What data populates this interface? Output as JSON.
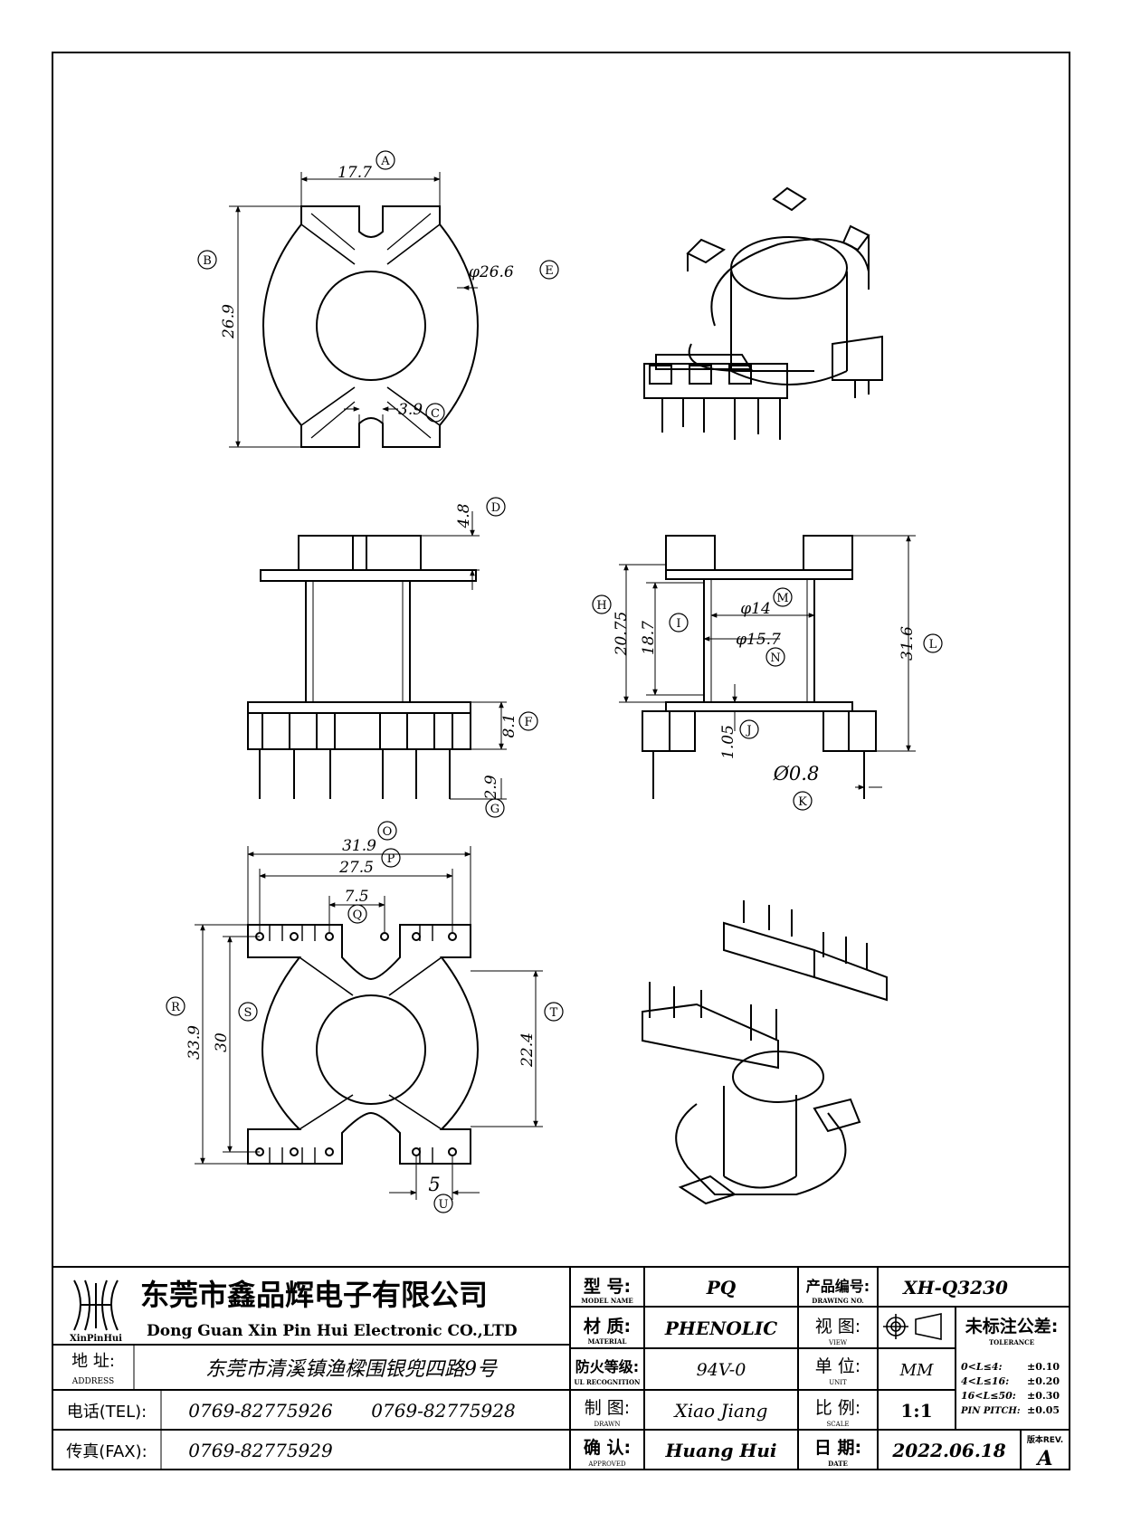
{
  "drawing": {
    "dims": {
      "A": "17.7",
      "B": "26.9",
      "C": "3.9",
      "E": "φ26.6",
      "D": "4.8",
      "F": "8.1",
      "G": "2.9",
      "H": "20.75",
      "I": "18.7",
      "M": "φ14",
      "N": "φ15.7",
      "J": "1.05",
      "L": "31.6",
      "K": "Ø0.8",
      "O": "31.9",
      "P": "27.5",
      "Q": "7.5",
      "R": "33.9",
      "S": "30",
      "T": "22.4",
      "U": "5"
    },
    "labels": {
      "A": "A",
      "B": "B",
      "C": "C",
      "D": "D",
      "E": "E",
      "F": "F",
      "G": "G",
      "H": "H",
      "I": "I",
      "J": "J",
      "K": "K",
      "L": "L",
      "M": "M",
      "N": "N",
      "O": "O",
      "P": "P",
      "Q": "Q",
      "R": "R",
      "S": "S",
      "T": "T",
      "U": "U"
    }
  },
  "title_block": {
    "logo_text": "XinPinHui",
    "company_cn": "东莞市鑫品辉电子有限公司",
    "company_en": "Dong Guan Xin Pin Hui Electronic CO.,LTD",
    "address_label": "地  址:",
    "address_sub": "ADDRESS",
    "address": "东莞市清溪镇渔樑围银兜四路9号",
    "tel_label": "电话(TEL):",
    "tel1": "0769-82775926",
    "tel2": "0769-82775928",
    "fax_label": "传真(FAX):",
    "fax": "0769-82775929",
    "model_label": "型  号:",
    "model_sub": "MODEL NAME",
    "model": "PQ",
    "material_label": "材  质:",
    "material_sub": "MATERIAL",
    "material": "PHENOLIC",
    "ul_label": "防火等级:",
    "ul_sub": "UL RECOGNITION",
    "ul": "94V-0",
    "drawn_label": "制  图:",
    "drawn_sub": "DRAWN",
    "drawn": "Xiao Jiang",
    "approved_label": "确  认:",
    "approved_sub": "APPROVED",
    "approved": "Huang Hui",
    "drawing_no_label": "产品编号:",
    "drawing_no_sub": "DRAWING NO.",
    "drawing_no": "XH-Q3230",
    "view_label": "视  图:",
    "view_sub": "VIEW",
    "unit_label": "单  位:",
    "unit_sub": "UNIT",
    "unit": "MM",
    "scale_label": "比  例:",
    "scale_sub": "SCALE",
    "scale": "1:1",
    "date_label": "日  期:",
    "date_sub": "DATE",
    "date": "2022.06.18",
    "tolerance_title": "未标注公差:",
    "tolerance_sub": "TOLERANCE",
    "tolerances": [
      {
        "range": "0<L≤4:",
        "value": "±0.10"
      },
      {
        "range": "4<L≤16:",
        "value": "±0.20"
      },
      {
        "range": "16<L≤50:",
        "value": "±0.30"
      },
      {
        "range": "PIN PITCH:",
        "value": "±0.05"
      }
    ],
    "rev_label": "版本REV.",
    "rev": "A"
  }
}
